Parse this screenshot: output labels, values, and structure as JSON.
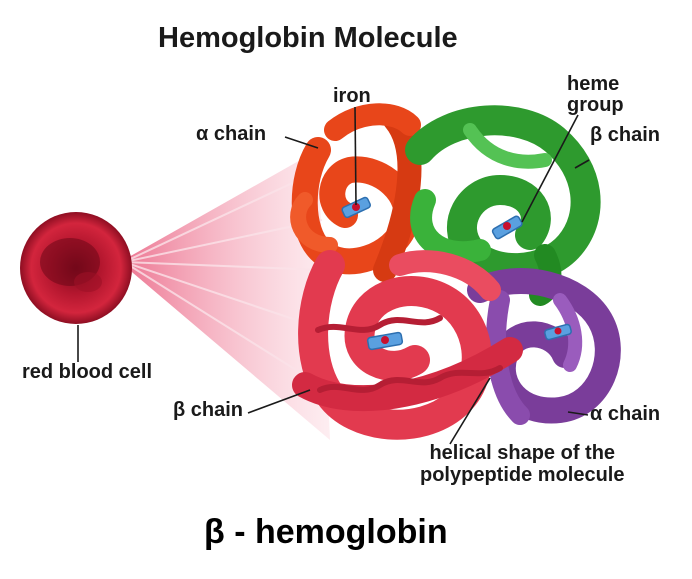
{
  "title": "Hemoglobin Molecule",
  "caption": "β - hemoglobin",
  "labels": {
    "red_blood_cell": "red blood cell",
    "iron": "iron",
    "heme_line1": "heme",
    "heme_line2": "group",
    "beta_chain_top": "β chain",
    "alpha_chain_top": "α chain",
    "beta_chain_bottom": "β chain",
    "alpha_chain_bottom": "α chain",
    "helix_line1": "helical shape of the",
    "helix_line2": "polypeptide molecule"
  },
  "colors": {
    "alpha_chain_1": "#e8461a",
    "beta_chain_1": "#2e9a2e",
    "beta_chain_2": "#e23a4f",
    "alpha_chain_2": "#7a3d9a",
    "heme": "#5aa0e0",
    "cell": "#b0102a",
    "cone": "#f4a6b6"
  }
}
